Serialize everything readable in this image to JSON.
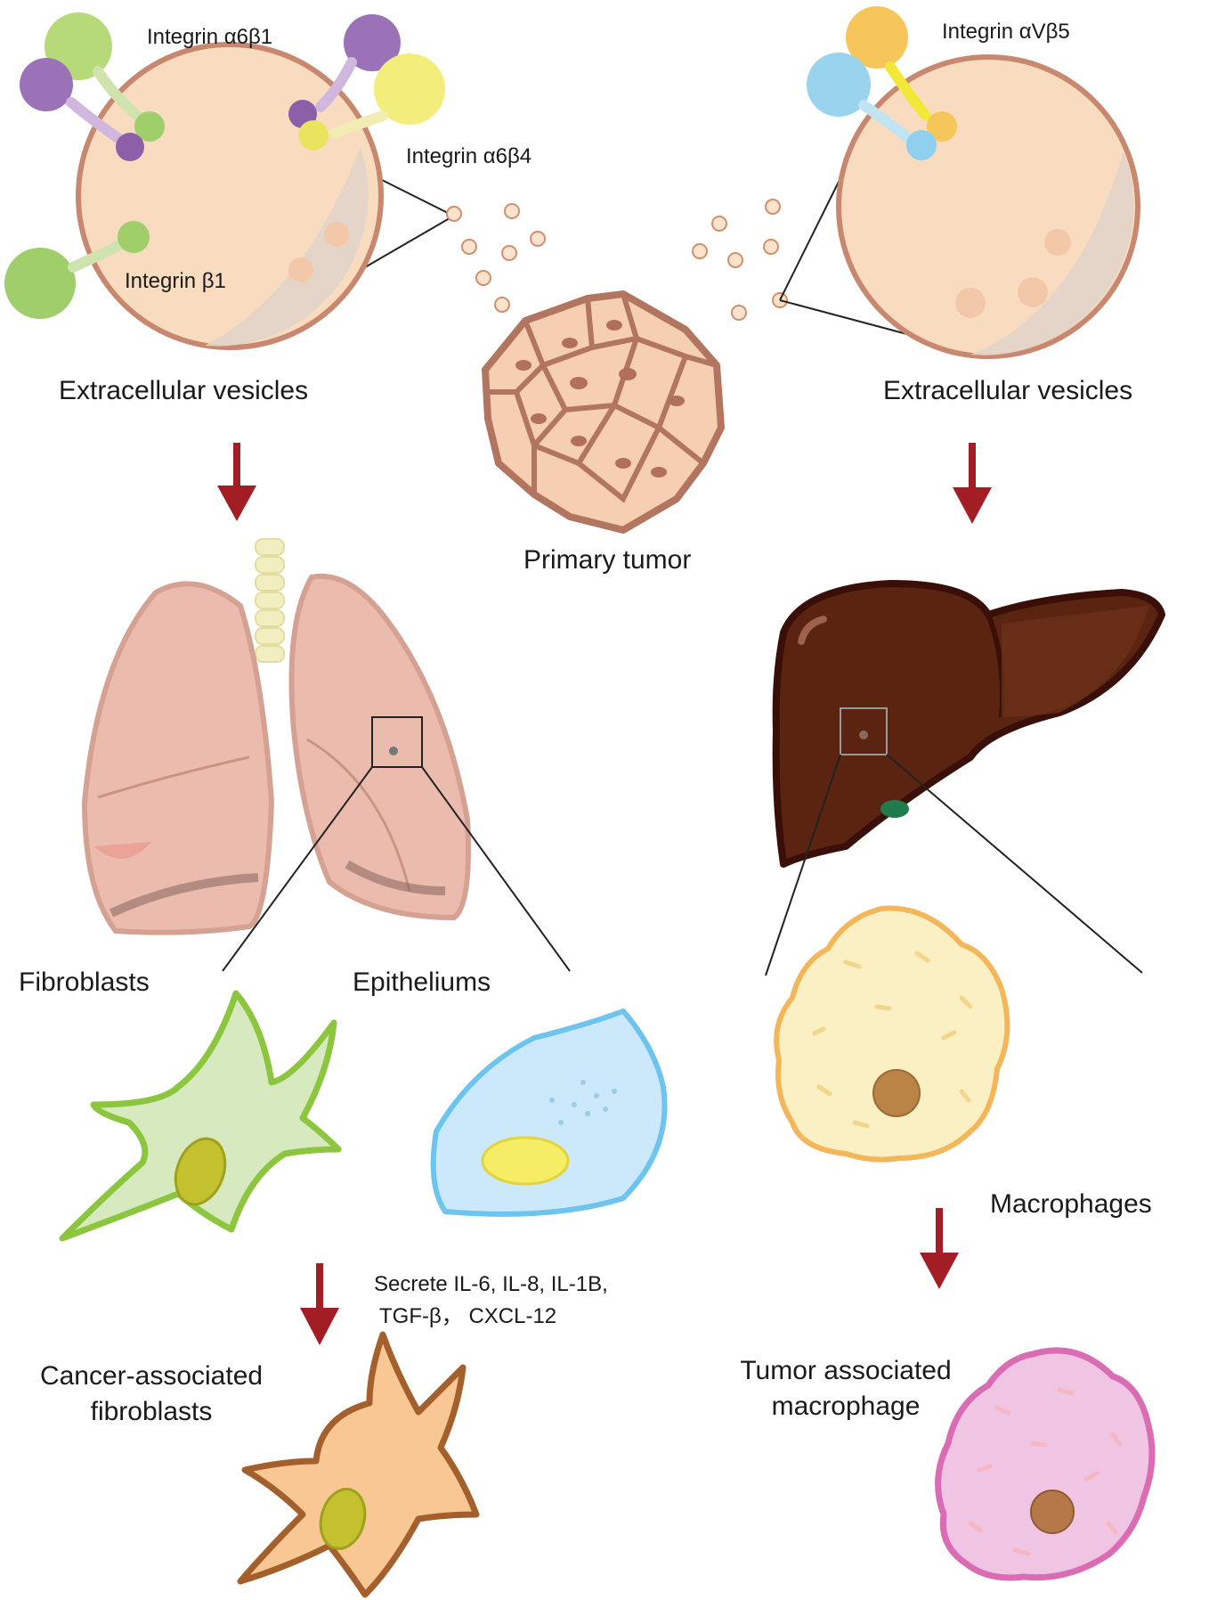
{
  "labels": {
    "integrin_a6b1": "Integrin α6β1",
    "integrin_a6b4": "Integrin α6β4",
    "integrin_b1": "Integrin β1",
    "integrin_avb5": "Integrin αVβ5",
    "ev_left": "Extracellular vesicles",
    "ev_right": "Extracellular vesicles",
    "primary_tumor": "Primary tumor",
    "fibroblasts": "Fibroblasts",
    "epitheliums": "Epitheliums",
    "macrophages": "Macrophages",
    "secrete_line1": "Secrete IL-6, IL-8, IL-1B,",
    "secrete_line2": "TGF-β，  CXCL-12",
    "caf_line1": "Cancer-associated",
    "caf_line2": "fibroblasts",
    "tam_line1": "Tumor associated",
    "tam_line2": "macrophage"
  },
  "colors": {
    "arrow": "#a31d24",
    "vesicle_fill": "#f9dcc0",
    "vesicle_stroke": "#c8886f",
    "lung": "#ebbcae",
    "liver": "#5a2410",
    "fibroblast_green": "#8cc63f",
    "epithelium_blue": "#6dc4ee",
    "macrophage_yellow": "#f3b75a",
    "tam_pink": "#d96cb3",
    "caf_orange": "#a4602c"
  }
}
